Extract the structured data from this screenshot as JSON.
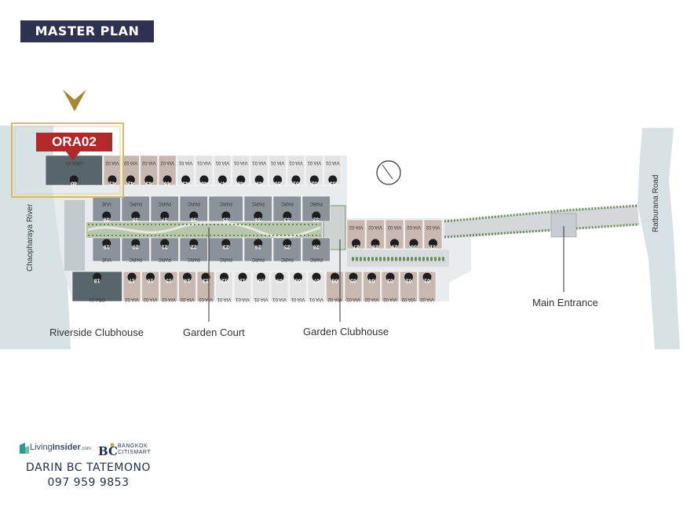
{
  "title": "MASTER PLAN",
  "badge": "ORA02",
  "callouts": {
    "riverside": "Riverside Clubhouse",
    "garden_court": "Garden Court",
    "garden_clubhouse": "Garden Clubhouse",
    "main_entrance": "Main Entrance"
  },
  "side_labels": {
    "river": "Chaopharaya River",
    "road": "Ratburana Road"
  },
  "top_row": [
    {
      "num": "40",
      "type": "ORA 02"
    },
    {
      "num": "41",
      "type": "VIA 02"
    },
    {
      "num": "42",
      "type": "VIA 02"
    },
    {
      "num": "43",
      "type": "VIA 02"
    },
    {
      "num": "44",
      "type": "VIA 02"
    },
    {
      "num": "45",
      "type": "VIA 01"
    },
    {
      "num": "46",
      "type": "VIA 01"
    },
    {
      "num": "47",
      "type": "VIA 01"
    },
    {
      "num": "48",
      "type": "VIA 01"
    },
    {
      "num": "49",
      "type": "VIA 01"
    },
    {
      "num": "50",
      "type": "VIA 01"
    },
    {
      "num": "51",
      "type": "VIA 01"
    },
    {
      "num": "52",
      "type": "VIA 01"
    },
    {
      "num": "53",
      "type": "VIA 01"
    }
  ],
  "parc_upper": [
    {
      "num": "39",
      "type": "VUE"
    },
    {
      "num": "38",
      "type": "PARC"
    },
    {
      "num": "37",
      "type": "PARC"
    },
    {
      "num": "36",
      "type": "PARC"
    },
    {
      "num": "35",
      "type": "PARC"
    },
    {
      "num": "34",
      "type": "PARC"
    },
    {
      "num": "33",
      "type": "PARC"
    },
    {
      "num": "32",
      "type": "PARC"
    }
  ],
  "parc_lower": [
    {
      "num": "19",
      "type": "VUE"
    },
    {
      "num": "20",
      "type": "PARC"
    },
    {
      "num": "21",
      "type": "PARC"
    },
    {
      "num": "22",
      "type": "PARC"
    },
    {
      "num": "23",
      "type": "PARC"
    },
    {
      "num": "24",
      "type": "PARC"
    },
    {
      "num": "25",
      "type": "PARC"
    },
    {
      "num": "26",
      "type": "PARC"
    }
  ],
  "east_row": [
    {
      "num": "27",
      "type": "VIA 02"
    },
    {
      "num": "28",
      "type": "VIA 02"
    },
    {
      "num": "29",
      "type": "VIA 02"
    },
    {
      "num": "30",
      "type": "VIA 02"
    },
    {
      "num": "31",
      "type": "VIA 02"
    }
  ],
  "bottom_row": [
    {
      "num": "18",
      "type": "ORA 01"
    },
    {
      "num": "17",
      "type": "VIA 02"
    },
    {
      "num": "16",
      "type": "VIA 02"
    },
    {
      "num": "15",
      "type": "VIA 02"
    },
    {
      "num": "14",
      "type": "VIA 02"
    },
    {
      "num": "13",
      "type": "VIA 02"
    },
    {
      "num": "12",
      "type": "VIA 01"
    },
    {
      "num": "11",
      "type": "VIA 01"
    },
    {
      "num": "10",
      "type": "VIA 01"
    },
    {
      "num": "09",
      "type": "VIA 01"
    },
    {
      "num": "08",
      "type": "VIA 01"
    },
    {
      "num": "07",
      "type": "VIA 01"
    },
    {
      "num": "06",
      "type": "VIA 02"
    },
    {
      "num": "05",
      "type": "VIA 02"
    },
    {
      "num": "04",
      "type": "VIA 02"
    },
    {
      "num": "03",
      "type": "VIA 02"
    },
    {
      "num": "02",
      "type": "VIA 02"
    },
    {
      "num": "01",
      "type": "VIA 02"
    }
  ],
  "logos": {
    "living_a": "Living",
    "living_b": "Insider",
    "living_c": ".com",
    "bc_mark": "BC",
    "bc_line1": "BANGKOK",
    "bc_line2": "CITISMART"
  },
  "agent": {
    "name": "DARIN BC TATEMONO",
    "phone": "097 959 9853"
  },
  "colors": {
    "accent": "#b12a2a",
    "title_bg": "#2e3250",
    "gold": "#c9a24a",
    "via01": "#e4e4e4",
    "via02": "#c9b8b0",
    "parc": "#8b9299",
    "ora": "#59656d"
  }
}
